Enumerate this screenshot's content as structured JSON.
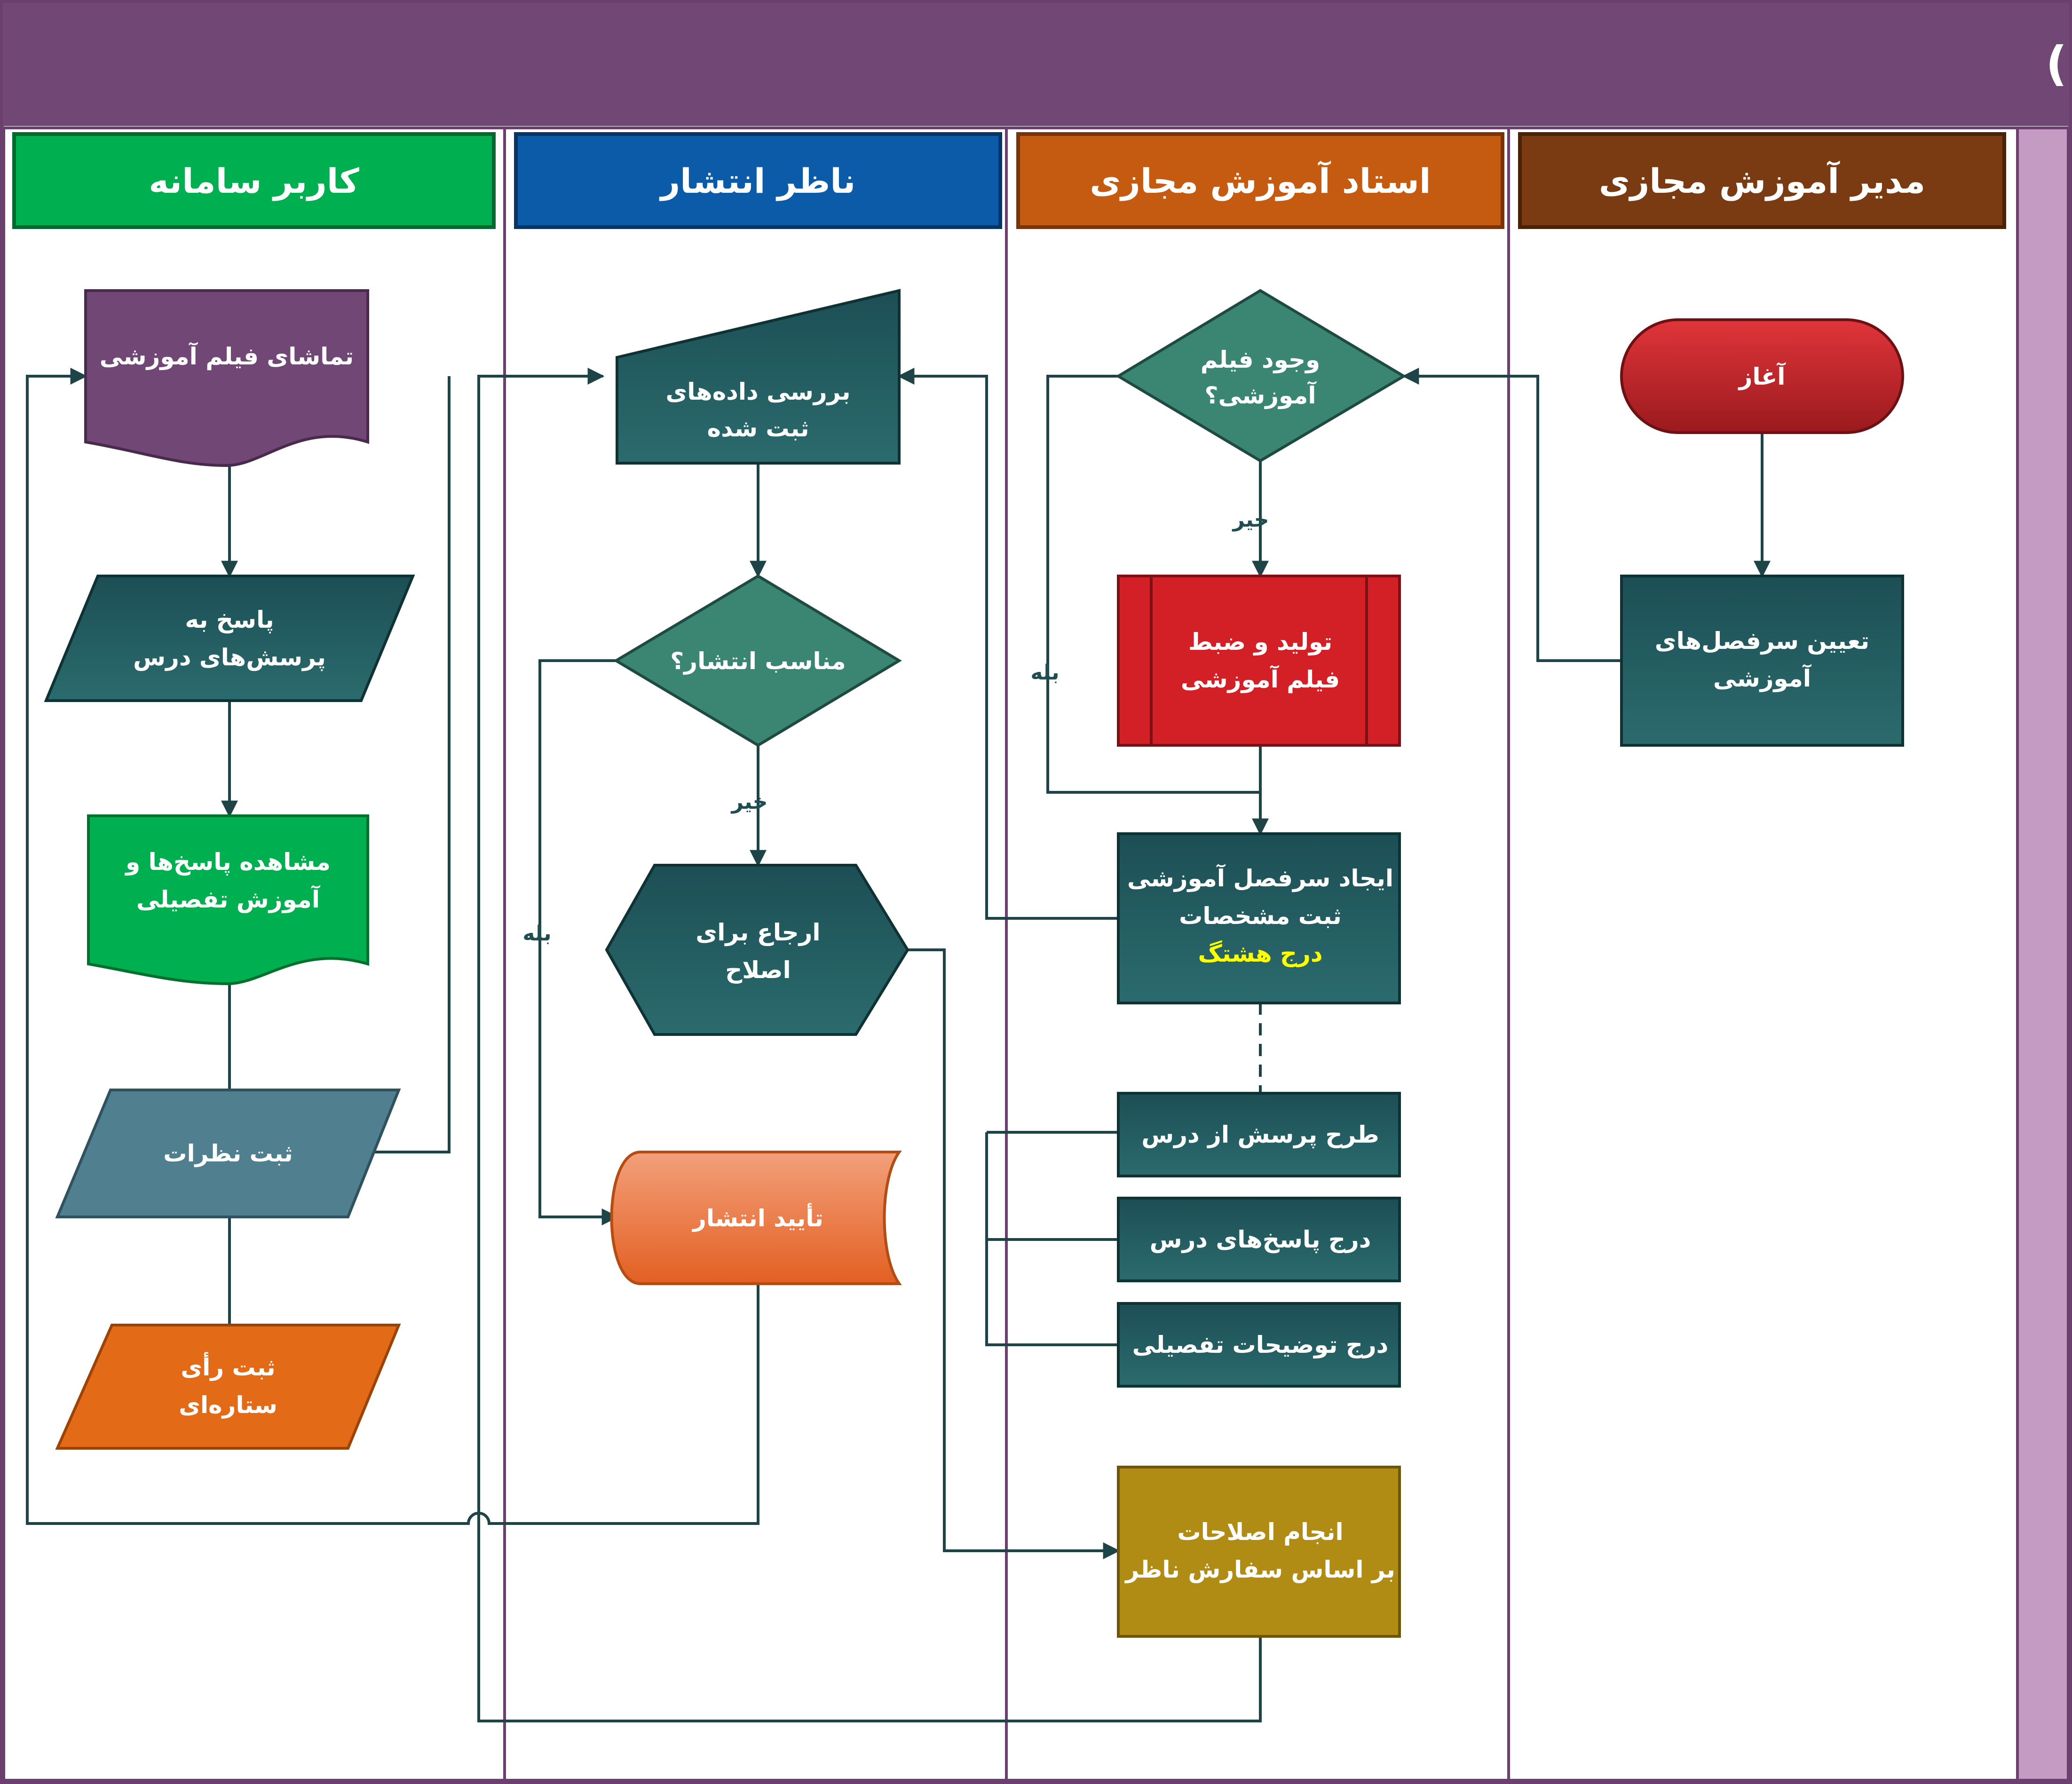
{
  "title": "فرآیند کاری فانوس – آموزش مجازی – نسخه اول (۱۷ آذر ۱۴۰۲)",
  "lanes": [
    {
      "id": "manager",
      "label": "مدیر آموزش مجازی",
      "color": "#7a3b12"
    },
    {
      "id": "teacher",
      "label": "استاد آموزش مجازی",
      "color": "#c55a11"
    },
    {
      "id": "reviewer",
      "label": "ناظر انتشار",
      "color": "#0b5ba8"
    },
    {
      "id": "user",
      "label": "کاربر سامانه",
      "color": "#00b050"
    }
  ],
  "nodes": {
    "start": {
      "lines": [
        "آغاز"
      ]
    },
    "set_topics": {
      "lines": [
        "تعیین سرفصل‌های",
        "آموزشی"
      ]
    },
    "film_exists": {
      "lines": [
        "وجود فیلم",
        "آموزشی؟"
      ]
    },
    "produce_film": {
      "lines": [
        "تولید و ضبط",
        "فیلم آموزشی"
      ]
    },
    "create_topic": {
      "lines": [
        "ایجاد سرفصل آموزشی",
        "ثبت مشخصات"
      ],
      "highlight": "درج هشتگ"
    },
    "design_question": {
      "lines": [
        "طرح پرسش از درس"
      ]
    },
    "insert_answers": {
      "lines": [
        "درج پاسخ‌های درس"
      ]
    },
    "insert_details": {
      "lines": [
        "درج توضیحات تفصیلی"
      ]
    },
    "apply_fixes": {
      "lines": [
        "انجام اصلاحات",
        "بر اساس سفارش ناظر"
      ]
    },
    "review_data": {
      "lines": [
        "بررسی داده‌های",
        "ثبت شده"
      ]
    },
    "suitable": {
      "lines": [
        "مناسب انتشار؟"
      ]
    },
    "return_fix": {
      "lines": [
        "ارجاع برای",
        "اصلاح"
      ]
    },
    "approve": {
      "lines": [
        "تأیید انتشار"
      ]
    },
    "watch_film": {
      "lines": [
        "تماشای فیلم آموزشی"
      ]
    },
    "answer_questions": {
      "lines": [
        "پاسخ به",
        "پرسش‌های درس"
      ]
    },
    "view_answers": {
      "lines": [
        "مشاهده پاسخ‌ها و",
        "آموزش تفصیلی"
      ]
    },
    "submit_comments": {
      "lines": [
        "ثبت نظرات"
      ]
    },
    "star_rating": {
      "lines": [
        "ثبت رأی",
        "ستاره‌ای"
      ]
    }
  },
  "edge_labels": {
    "no": "خیر",
    "yes": "بله"
  },
  "colors": {
    "title_bar": "#714875",
    "border": "#6b3f6e",
    "side_strip": "#c39bc3",
    "teal": "#1f5a5d",
    "decision": "#3b8573",
    "start": "#c8282e",
    "produce": "#d32027",
    "fixes": "#b08c14",
    "approve": "#ec7a48",
    "watch": "#714875",
    "view": "#00b050",
    "comments": "#507f8f",
    "rating": "#e36b17",
    "highlight": "#ffff00"
  }
}
